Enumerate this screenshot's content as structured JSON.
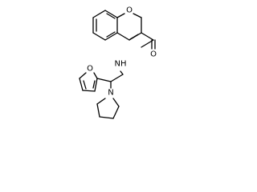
{
  "molecule": {
    "atom_labels": {
      "ring_oxygen": "O",
      "carbonyl_oxygen": "O",
      "amide_nitrogen": "NH",
      "furan_oxygen": "O",
      "pyrrolidine_nitrogen": "N"
    }
  }
}
